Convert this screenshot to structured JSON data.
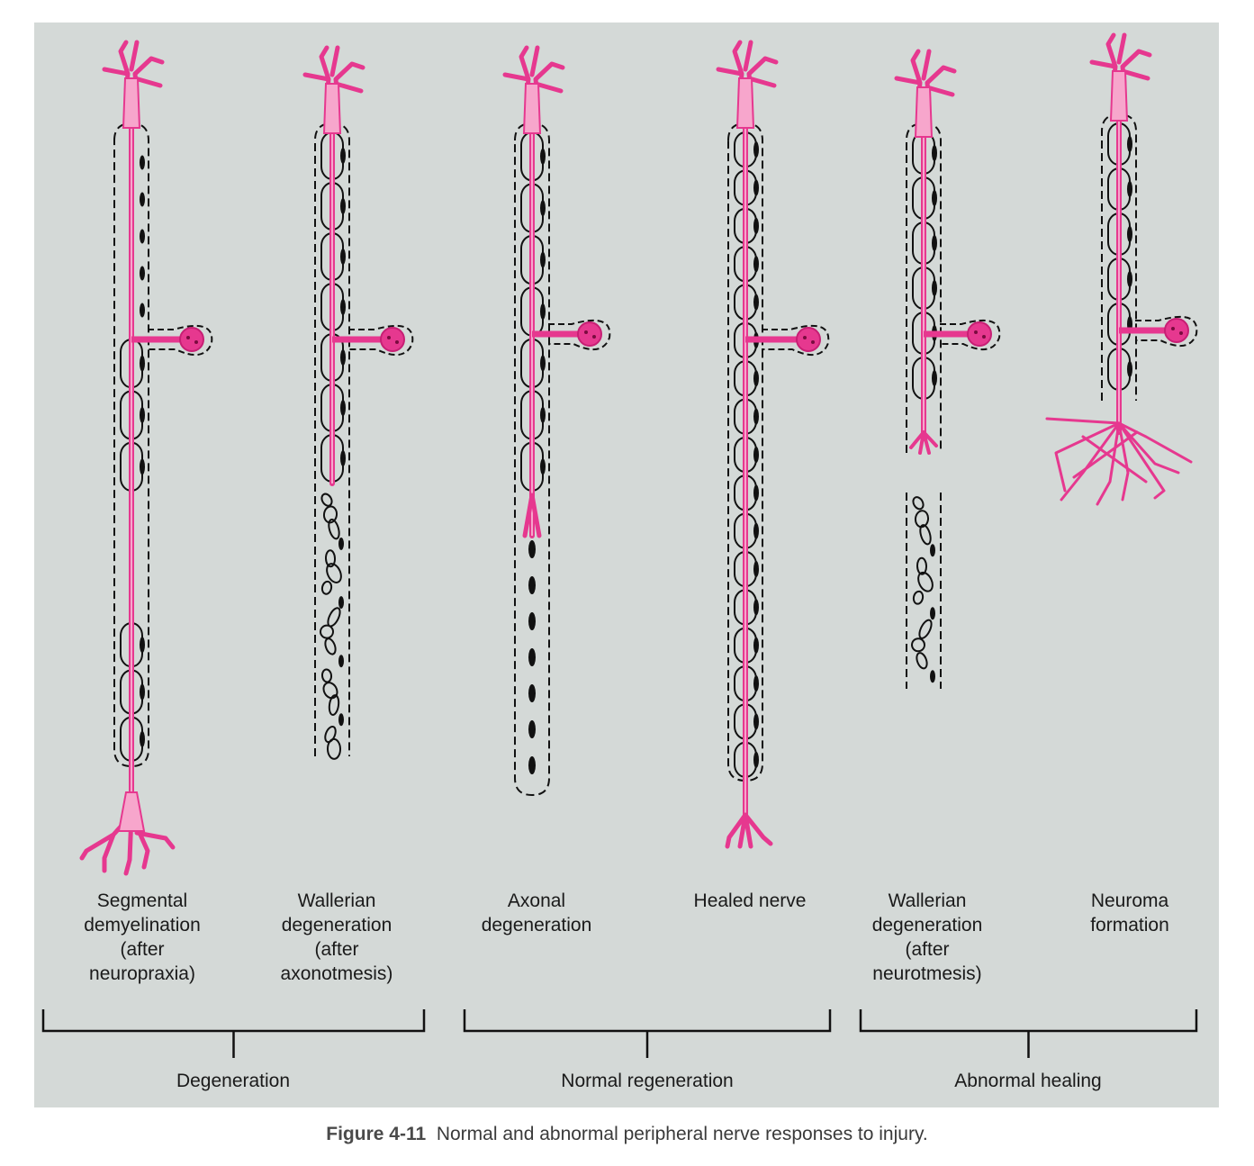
{
  "colors": {
    "panel": "#d4d9d7",
    "nerve": "#e6388f",
    "nerve_fill": "#f7a6cc",
    "ink": "#111111"
  },
  "nerves": [
    {
      "id": "segmental",
      "label": "Segmental\ndemyelination\n(after\nneuropraxia)"
    },
    {
      "id": "wallerian-axonotmesis",
      "label": "Wallerian\ndegeneration\n(after\naxonotmesis)"
    },
    {
      "id": "axonal",
      "label": "Axonal\ndegeneration"
    },
    {
      "id": "healed",
      "label": "Healed nerve"
    },
    {
      "id": "wallerian-neurotmesis",
      "label": "Wallerian\ndegeneration\n(after\nneurotmesis)"
    },
    {
      "id": "neuroma",
      "label": "Neuroma\nformation"
    }
  ],
  "groups": [
    {
      "id": "degeneration",
      "label": "Degeneration"
    },
    {
      "id": "normal-regeneration",
      "label": "Normal regeneration"
    },
    {
      "id": "abnormal-healing",
      "label": "Abnormal healing"
    }
  ],
  "caption": {
    "figure": "Figure 4-11",
    "text": "Normal and abnormal peripheral nerve responses to injury."
  }
}
